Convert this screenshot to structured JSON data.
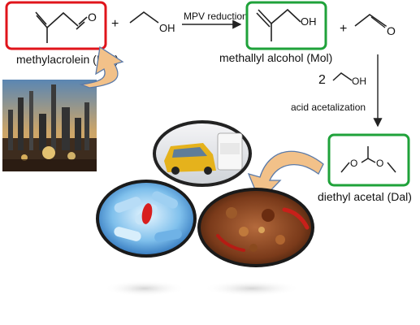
{
  "molecules": {
    "mal": {
      "name": "methylacrolein (Mal)",
      "atom_o": "O"
    },
    "ethanol": {
      "atom_oh": "OH"
    },
    "mol": {
      "name": "methallyl alcohol (Mol)",
      "atom_oh": "OH"
    },
    "acetaldehyde": {
      "atom_o": "O"
    },
    "ethanol2": {
      "coefficient": "2",
      "atom_oh": "OH"
    },
    "dal": {
      "name": "diethyl acetal (Dal)",
      "atom_o1": "O",
      "atom_o2": "O"
    }
  },
  "operators": {
    "plus1": "+",
    "plus2": "+"
  },
  "reactions": {
    "mpv": "MPV reduction",
    "acetalization": "acid acetalization"
  },
  "colors": {
    "mal_box": "#e0141b",
    "mol_box": "#1fa23a",
    "dal_box": "#1fa23a",
    "curved_arrow_fill": "#f2c189",
    "curved_arrow_stroke": "#5b7aa8"
  },
  "images": [
    "refinery-photo",
    "taxi-and-fuel-photo",
    "pills-photo",
    "spices-photo"
  ]
}
